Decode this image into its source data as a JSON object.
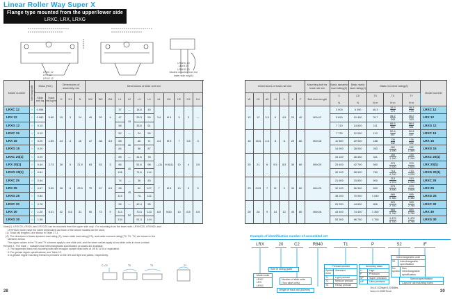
{
  "page": {
    "title": "Linear Roller Way Super X",
    "subtitle_line1": "Flange type mounted from the upper/lower side",
    "subtitle_line2": "LRXC, LRX, LRXG",
    "page_left": "28",
    "page_right": "30"
  },
  "drawings": {
    "label_front": [
      "LRXC 12",
      "LRX 12",
      "LRXG 12"
    ],
    "label_side": [
      "LRXHC 20",
      "LRXH 20",
      "LRXHG 20"
    ],
    "label_side_note": "Models mounted from the lower side only(1)"
  },
  "left_table": {
    "headers": {
      "model": "Model number",
      "interchangeable": "Interchangeable",
      "mass": "Mass (Ref.)",
      "assembly": "Dimensions of assembly mm",
      "slide": "Dimensions of slide unit mm",
      "mass_slide": "Slide unit kg",
      "mass_rail": "Track rail kg/m",
      "cols": [
        "H",
        "H1",
        "N",
        "W2",
        "W3",
        "W4",
        "L1",
        "L2",
        "L3",
        "L4",
        "d1",
        "M1",
        "H2",
        "H3",
        "H4"
      ]
    },
    "groups": [
      {
        "rail_mass": "0.60",
        "H": "19",
        "H1": "3",
        "N": "14",
        "W2": "40",
        "W3": "32",
        "W4": "4",
        "L2": "15",
        "d1": "3.4",
        "M1": "M 4",
        "H2": "5",
        "H3": "3",
        "H4": "—",
        "rows": [
          {
            "model": "LRXC 12",
            "mass": "0.058",
            "L1": "37",
            "L2": "—",
            "L3": "14.8",
            "L4": "40"
          },
          {
            "model": "LRX 12",
            "mass": "0.082",
            "L1": "47",
            "L3": "25.3",
            "L4": "50"
          },
          {
            "model": "LRXG 12",
            "mass": "0.13",
            "L1": "58",
            "L3": "35.8",
            "L4": "61"
          }
        ]
      },
      {
        "rail_mass": "1.65",
        "H": "24",
        "H1": "4",
        "N": "16",
        "W2": "47",
        "W3": "38",
        "W4": "4.5",
        "L2": "30",
        "d1": "4.4",
        "M1": "M 5",
        "H2": "7",
        "H3": "3.5",
        "H4": "3",
        "rows": [
          {
            "model": "LRXC 15",
            "mass": "0.13",
            "L1": "52",
            "L2": "—",
            "L3": "24",
            "L4": "55"
          },
          {
            "model": "LRX 15",
            "mass": "0.20",
            "L1": "68",
            "L3": "40",
            "L4": "71"
          },
          {
            "model": "LRXG 15",
            "mass": "0.29",
            "L1": "84",
            "L3": "56",
            "L4": "87"
          }
        ]
      },
      {
        "rail_mass": "2.73",
        "H": "30",
        "H1": "5",
        "N": "21.5",
        "W2": "63",
        "W3": "53",
        "W4": "5",
        "L2": "40",
        "d1": "—(1)",
        "M1": "M 6(1)",
        "H2": "10",
        "H3": "4",
        "H4": "3.5",
        "rows": [
          {
            "model": "LRXC 20(1)",
            "mass": "0.29",
            "L1": "66",
            "L2": "—",
            "L3": "31.6",
            "L4": "78"
          },
          {
            "model": "LRX 20(1)",
            "mass": "0.44",
            "L1": "86",
            "L3": "51.6",
            "L4": "98"
          },
          {
            "model": "LRXG 20(1)",
            "mass": "0.61",
            "L1": "106",
            "L3": "71.6",
            "L4": "114"
          }
        ]
      },
      {
        "rail_mass": "3.59",
        "H": "36",
        "H1": "6",
        "N": "23.5",
        "W2": "70",
        "W3": "57",
        "W4": "6.5",
        "L2": "45",
        "d1": "7",
        "M1": "M 8",
        "H2": "10",
        "H3": "5",
        "H4": "5",
        "rows": [
          {
            "model": "LRXC 25",
            "mass": "0.44",
            "L1": "74",
            "L2": "—",
            "L3": "36",
            "L4": "83"
          },
          {
            "model": "LRX 25",
            "mass": "0.67",
            "L1": "98",
            "L3": "60",
            "L4": "107"
          },
          {
            "model": "LRXG 25",
            "mass": "0.84",
            "L1": "113",
            "L3": "75",
            "L4": "122"
          }
        ]
      },
      {
        "rail_mass": "5.01",
        "H": "42",
        "H1": "6.5",
        "N": "31",
        "W2": "90",
        "W3": "72",
        "W4": "9",
        "L2": "52",
        "d1": "8.5",
        "M1": "M10",
        "H2": "10",
        "H3": "6.5",
        "H4": "5.5",
        "rows": [
          {
            "model": "LRXC 30",
            "mass": "0.78",
            "L1": "95",
            "L2": "—",
            "L3": "42.4",
            "L4": "95"
          },
          {
            "model": "LRX 30",
            "mass": "1.20",
            "L1": "113",
            "L3": "70.4",
            "L4": "123"
          },
          {
            "model": "LRXG 30",
            "mass": "1.58",
            "L1": "134",
            "L3": "91.4",
            "L4": "144"
          }
        ]
      }
    ],
    "star": "☆"
  },
  "right_table": {
    "headers": {
      "rail": "Dimensions of track rail mm",
      "bolt": "Mounting bolt for track rail mm",
      "bolt_sub": "Bolt size×length",
      "C": "Basic dynamic load rating(2)",
      "C_sym": "C",
      "C0": "Basic static load rating(2)",
      "C0_sym": "C0",
      "moment": "Static moment rating(2)",
      "unit_N": "N",
      "unit_Nm": "N·m",
      "T0": "T0",
      "TX": "TX",
      "TY": "TY",
      "model": "Model number",
      "cols": [
        "W",
        "H1",
        "d3",
        "d4",
        "h",
        "E",
        "F"
      ]
    },
    "groups": [
      {
        "W": "12",
        "H1": "12",
        "d3": "3.5",
        "d4": "6",
        "h": "4.5",
        "E": "20",
        "F": "40",
        "bolt": "M3×12",
        "rows": [
          {
            "model": "LRXC 12",
            "C": "3 900",
            "C0": "6 090",
            "T0": "46.3",
            "TX": [
              "18.3",
              "170"
            ],
            "TY": [
              "18.3",
              "170"
            ]
          },
          {
            "model": "LRX 12",
            "C": "5 890",
            "C0": "10 400",
            "T0": "78.7",
            "TX": [
              "46.2",
              "343"
            ],
            "TY": [
              "46.2",
              "343"
            ]
          },
          {
            "model": "LRXG 12",
            "C": "7 710",
            "C0": "14 600",
            "T0": "111",
            "TX": [
              "88.6",
              "581"
            ],
            "TY": [
              "88.6",
              "581"
            ]
          }
        ]
      },
      {
        "W": "15",
        "H1": "15.5",
        "d3": "4.5",
        "d4": "8",
        "h": "6",
        "E": "20",
        "F": "60",
        "bolt": "M4×16",
        "rows": [
          {
            "model": "LRXC 15",
            "C": "7 730",
            "C0": "12 000",
            "T0": "113",
            "TX": [
              "50.6",
              "457"
            ],
            "TY": [
              "50.6",
              "457"
            ]
          },
          {
            "model": "LRX 15",
            "C": "11 500",
            "C0": "20 000",
            "T0": "188",
            "TX": [
              "136",
              "942"
            ],
            "TY": [
              "136",
              "942"
            ]
          },
          {
            "model": "LRXG 15",
            "C": "14 900",
            "C0": "28 000",
            "T0": "263",
            "TX": [
              "262",
              "1 590"
            ],
            "TY": [
              "262",
              "1 590"
            ]
          }
        ]
      },
      {
        "W": "20",
        "H1": "21",
        "d3": "6",
        "d4": "9.5",
        "h": "8.5",
        "E": "30",
        "F": "60",
        "bolt": "M5×20",
        "rows": [
          {
            "model": "LRXC 20(1)",
            "C": "16 100",
            "C0": "26 400",
            "T0": "341",
            "TX": [
              "150",
              "1 260"
            ],
            "TY": [
              "150",
              "1 260"
            ]
          },
          {
            "model": "LRX 20(1)",
            "C": "23 400",
            "C0": "42 700",
            "T0": "550",
            "TX": [
              "379",
              "2 520"
            ],
            "TY": [
              "379",
              "2 520"
            ]
          },
          {
            "model": "LRXG 20(1)",
            "C": "30 100",
            "C0": "58 900",
            "T0": "760",
            "TX": [
              "713",
              "4 200"
            ],
            "TY": [
              "713",
              "4 200"
            ]
          }
        ]
      },
      {
        "W": "23",
        "H1": "24.5",
        "d3": "7",
        "d4": "11",
        "h": "9",
        "E": "30",
        "F": "60",
        "bolt": "M6×25",
        "rows": [
          {
            "model": "LRXC 25",
            "C": "21 600",
            "C0": "33 800",
            "T0": "500",
            "TX": [
              "213",
              "1 910"
            ],
            "TY": [
              "213",
              "1 910"
            ]
          },
          {
            "model": "LRX 25",
            "C": "32 100",
            "C0": "56 300",
            "T0": "830",
            "TX": [
              "573",
              "3 600"
            ],
            "TY": [
              "573",
              "3 600"
            ]
          },
          {
            "model": "LRXG 25",
            "C": "38 200",
            "C0": "70 000",
            "T0": "1 040",
            "TX": [
              "885",
              "5 380"
            ],
            "TY": [
              "885",
              "5 380"
            ]
          }
        ]
      },
      {
        "W": "28",
        "H1": "28",
        "d3": "9",
        "d4": "14",
        "h": "12",
        "E": "40",
        "F": "80",
        "bolt": "M8×28",
        "rows": [
          {
            "model": "LRXC 30",
            "C": "29 200",
            "C0": "44 600",
            "T0": "806",
            "TX": [
              "329",
              "2 740"
            ],
            "TY": [
              "329",
              "2 740"
            ]
          },
          {
            "model": "LRX 30",
            "C": "43 400",
            "C0": "74 400",
            "T0": "1 350",
            "TX": [
              "883",
              "5 780"
            ],
            "TY": [
              "883",
              "5 780"
            ]
          },
          {
            "model": "LRXG 30",
            "C": "53 300",
            "C0": "96 700",
            "T0": "1 750",
            "TX": [
              "1 470",
              "8 740"
            ],
            "TY": [
              "1 470",
              "8 740"
            ]
          }
        ]
      }
    ]
  },
  "notes": [
    "Note(1): LRXC20, LRX20, and LRXG20 can be mounted from the upper side only.  For mounting from the lower side, LRXHC20, LRXH20, and",
    "      LRXHG20 which have the same dimensions as those of the above models can be used.",
    "   (1): Track rail lengths L are shown in Table 17.1.",
    "   (2): The directions of basic dynamic load rating (C), basic static load rating (C0), and static moment rating (T0, TX, TY) are shown in the",
    "      sketches below.",
    "      The upper values in the TX and TY columns apply to one slide unit, and the lower values apply to two slide units in close contact.",
    "Remark 1: The mark ☆ indicates that interchangeable specification products are available.",
    "      2: The appended track rail mounting bolts are hexagon socket head bolts of JIS B 1176 or equivalent.",
    "      3: For grease nipple specifications, see Table 12.",
    "      4: A grease nipple mounting thread is provided on the left and right end plates, respectively."
  ],
  "sketch_labels": [
    "C, C0",
    "T0",
    "TX",
    "TY"
  ],
  "example": {
    "title": "Example of identification number of assembled set",
    "codes": [
      "LRX",
      "20",
      "C2",
      "R840",
      "T1",
      "P",
      "S2",
      "/F"
    ],
    "size": "Size of rolling guide",
    "model_code": {
      "title": "Model code",
      "items": [
        "LRXC",
        "LRX",
        "LRXG"
      ]
    },
    "slide_units": "Number of slide units (Two slide units)",
    "rail_length": "Length of track rail (840mm)",
    "preload": {
      "title": "Preload amount",
      "rows": [
        [
          "Symbol none",
          "Standard"
        ],
        [
          "T1",
          "Light preload"
        ],
        [
          "T2",
          "Medium preload"
        ],
        [
          "T3",
          "Heavy preload"
        ]
      ]
    },
    "accuracy": {
      "title": "Accuracy class",
      "rows": [
        [
          "H",
          "High"
        ],
        [
          "P",
          "Precision"
        ],
        [
          "SP",
          "Super precision"
        ],
        [
          "UP",
          "Ultra precision"
        ]
      ]
    },
    "interchange": {
      "title": "Interchangeable code",
      "rows": [
        [
          "S2",
          "Interchangeable specification"
        ],
        [
          "No symbol",
          "Non interchangeable specification"
        ]
      ]
    },
    "special": {
      "title": "Special specification",
      "value": "Caps for rail mounting holes"
    }
  },
  "footer": {
    "line1": "1N=0.102kgf=0.2248lbs.",
    "line2": "1mm=0.03937inch"
  }
}
